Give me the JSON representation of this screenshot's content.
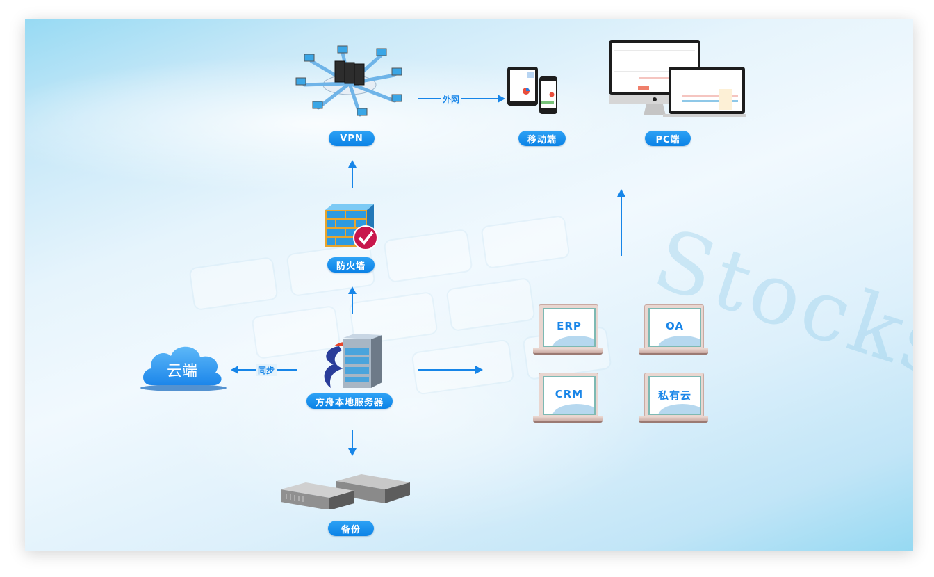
{
  "diagram": {
    "title": "",
    "nodes": {
      "vpn": {
        "label": "VPN",
        "icon": "network-hub-icon"
      },
      "mobile": {
        "label": "移动端",
        "icon": "tablet-phone-icon"
      },
      "pc": {
        "label": "PC端",
        "icon": "desktop-laptop-icon"
      },
      "firewall": {
        "label": "防火墙",
        "icon": "firewall-icon"
      },
      "cloud": {
        "label": "云端",
        "icon": "cloud-icon"
      },
      "server": {
        "label": "方舟本地服务器",
        "icon": "server-icon"
      },
      "backup": {
        "label": "备份",
        "icon": "storage-icon"
      },
      "apps": [
        {
          "label": "ERP",
          "icon": "laptop-icon"
        },
        {
          "label": "OA",
          "icon": "laptop-icon"
        },
        {
          "label": "CRM",
          "icon": "laptop-icon"
        },
        {
          "label": "私有云",
          "icon": "laptop-icon"
        }
      ]
    },
    "edges": [
      {
        "from": "server",
        "to": "firewall",
        "label": ""
      },
      {
        "from": "firewall",
        "to": "vpn",
        "label": ""
      },
      {
        "from": "vpn",
        "to": "mobile",
        "label": "外网"
      },
      {
        "from": "server",
        "to": "cloud",
        "label": "同步"
      },
      {
        "from": "server",
        "to": "apps",
        "label": ""
      },
      {
        "from": "apps",
        "to": "pc",
        "label": ""
      },
      {
        "from": "server",
        "to": "backup",
        "label": ""
      }
    ],
    "background_watermark": "Stocks",
    "accent_color": "#1685e8"
  }
}
